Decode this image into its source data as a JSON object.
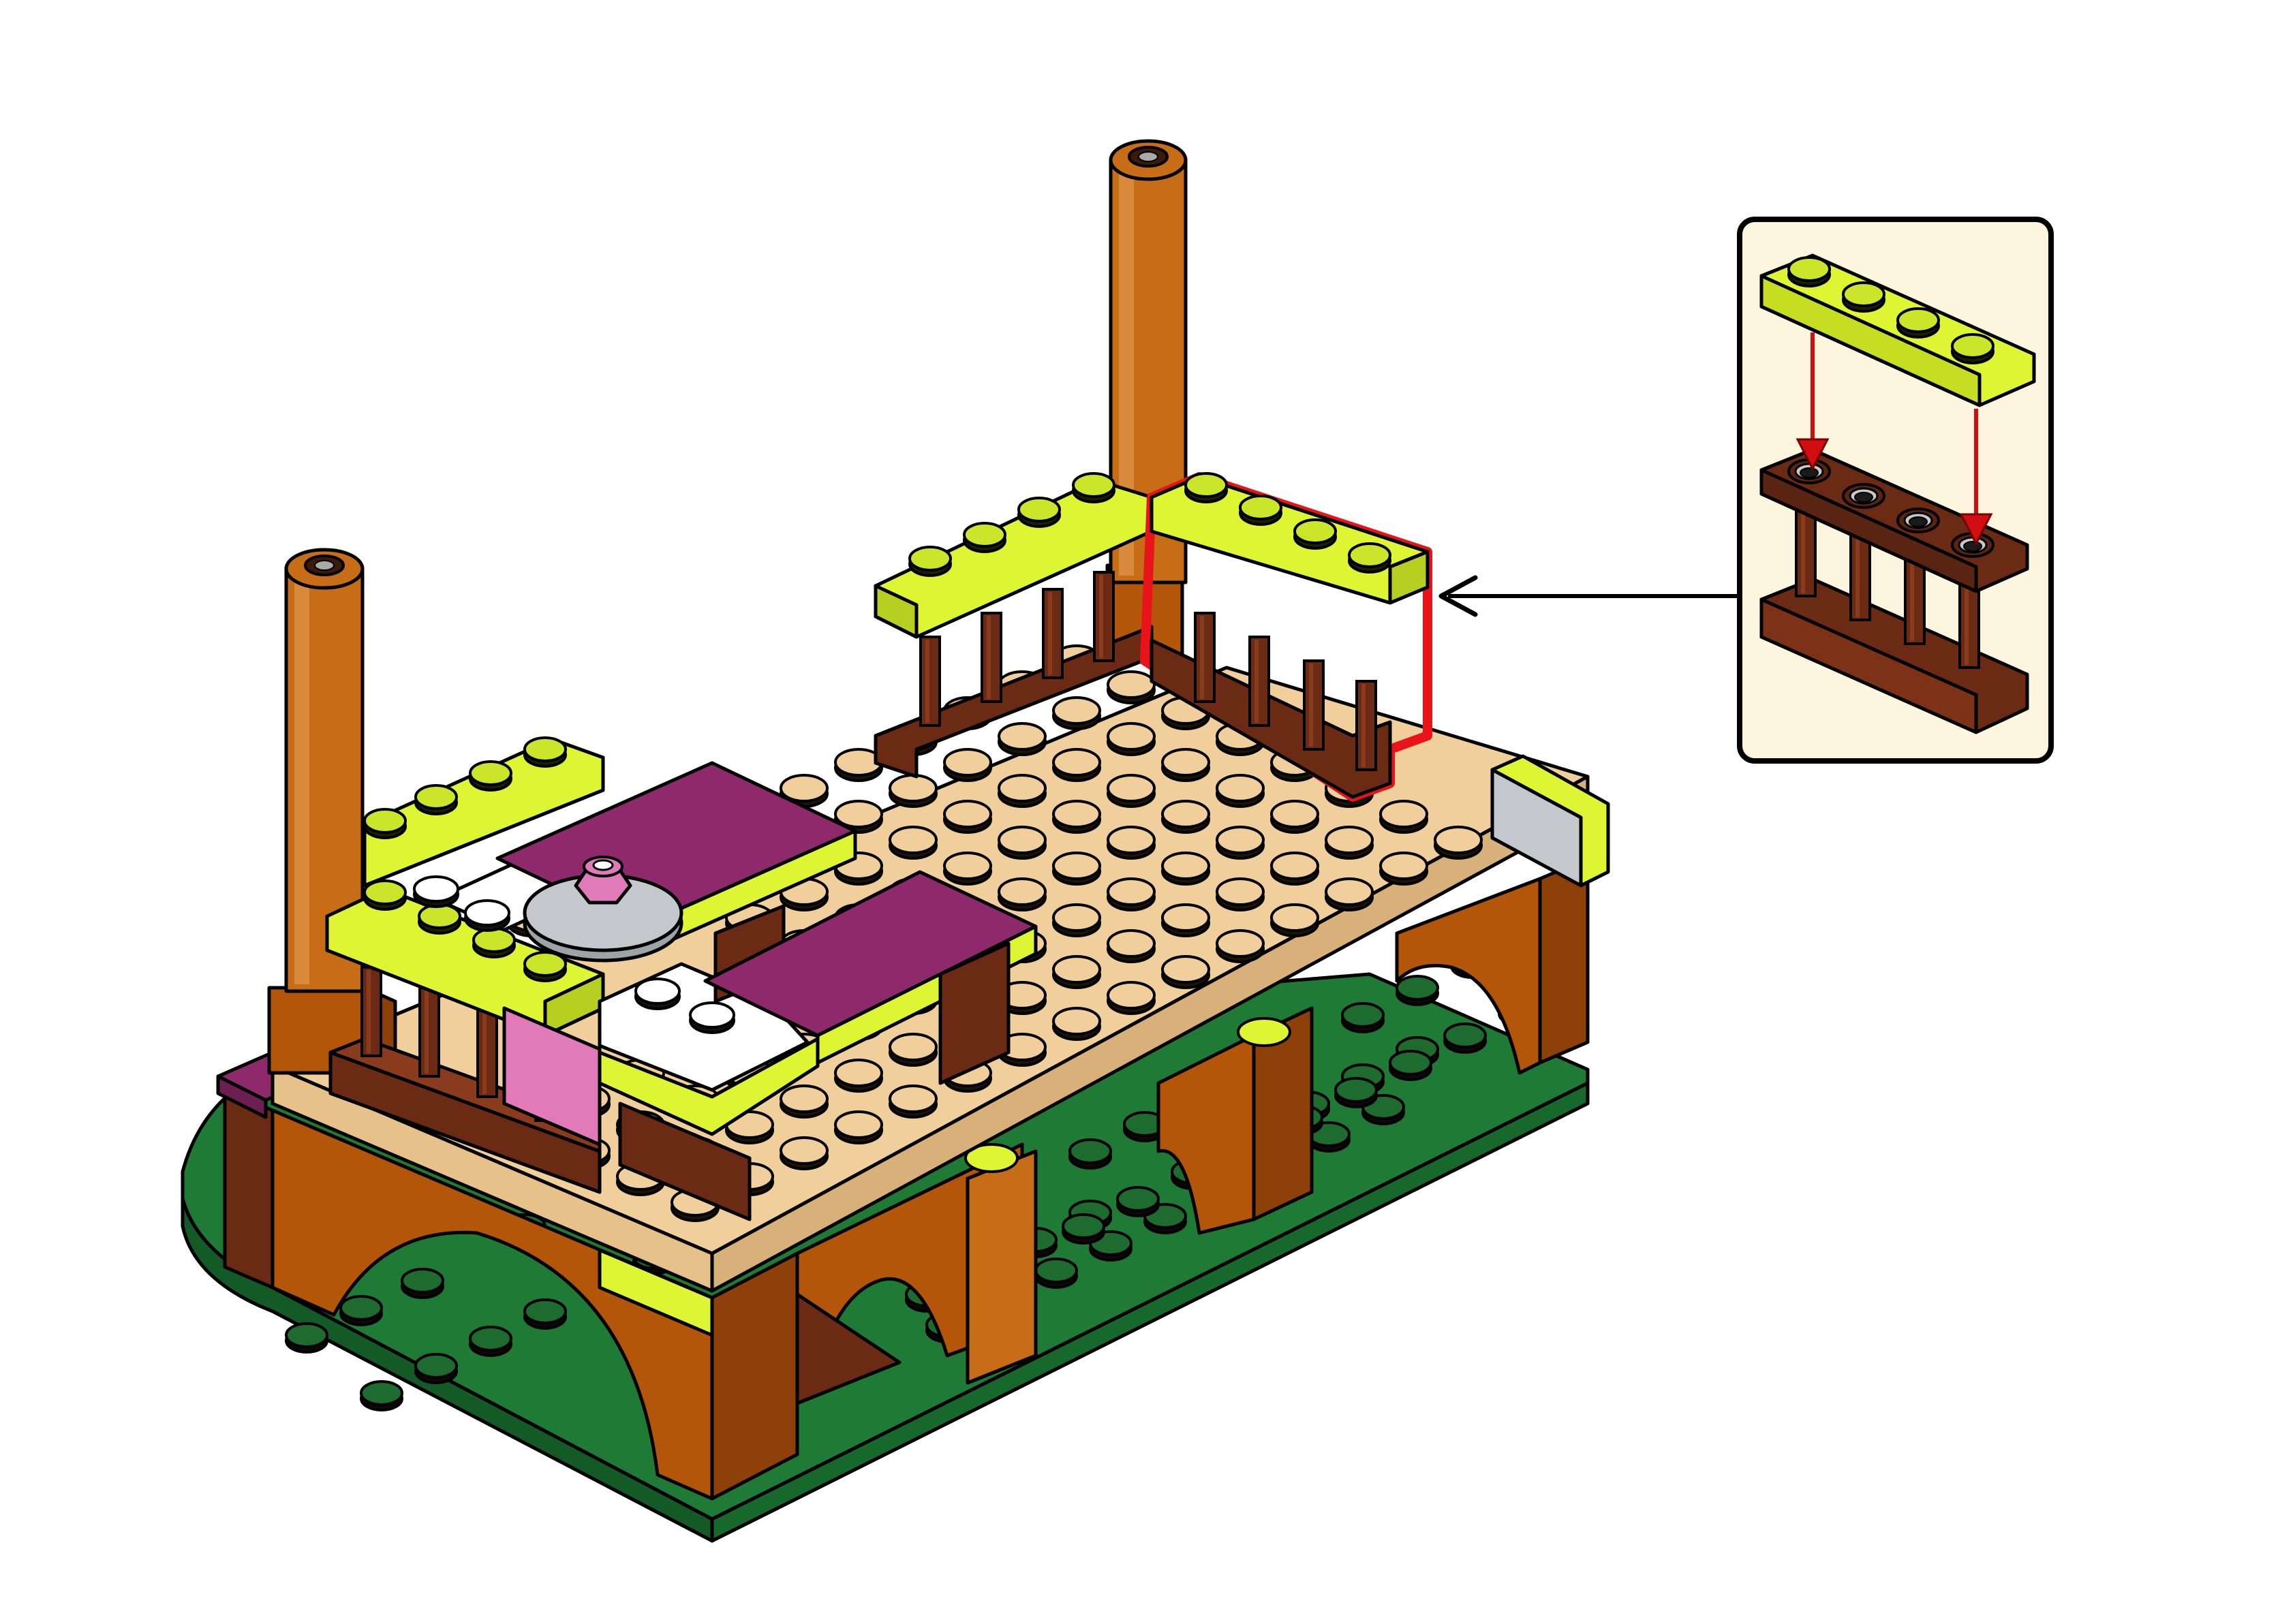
{
  "colors": {
    "background": "#ffffff",
    "baseplate_green": "#1f7a36",
    "baseplate_green_dark": "#135a26",
    "tan": "#f0cf9c",
    "tan_dark": "#c9a46e",
    "lime": "#ddf533",
    "lime_dark": "#a7bd17",
    "reddish_brown": "#6b2a14",
    "reddish_brown_light": "#8a3b1e",
    "dark_orange": "#b3560a",
    "dark_orange_light": "#c86d17",
    "magenta": "#8e2a6c",
    "pink": "#e07ab8",
    "light_gray": "#c4c8cc",
    "white": "#ffffff",
    "highlight_red": "#e8141a",
    "callout_bg": "#fdf5dd",
    "arrow_red": "#d10f12"
  },
  "icons": {
    "callout_arrow": "arrow-left-icon",
    "attach_arrows": "arrow-down-icon"
  },
  "callout": {
    "parts": [
      "lime-plate-1x4",
      "reddish-brown-fence-1x4x1"
    ],
    "arrow_count": 2
  }
}
